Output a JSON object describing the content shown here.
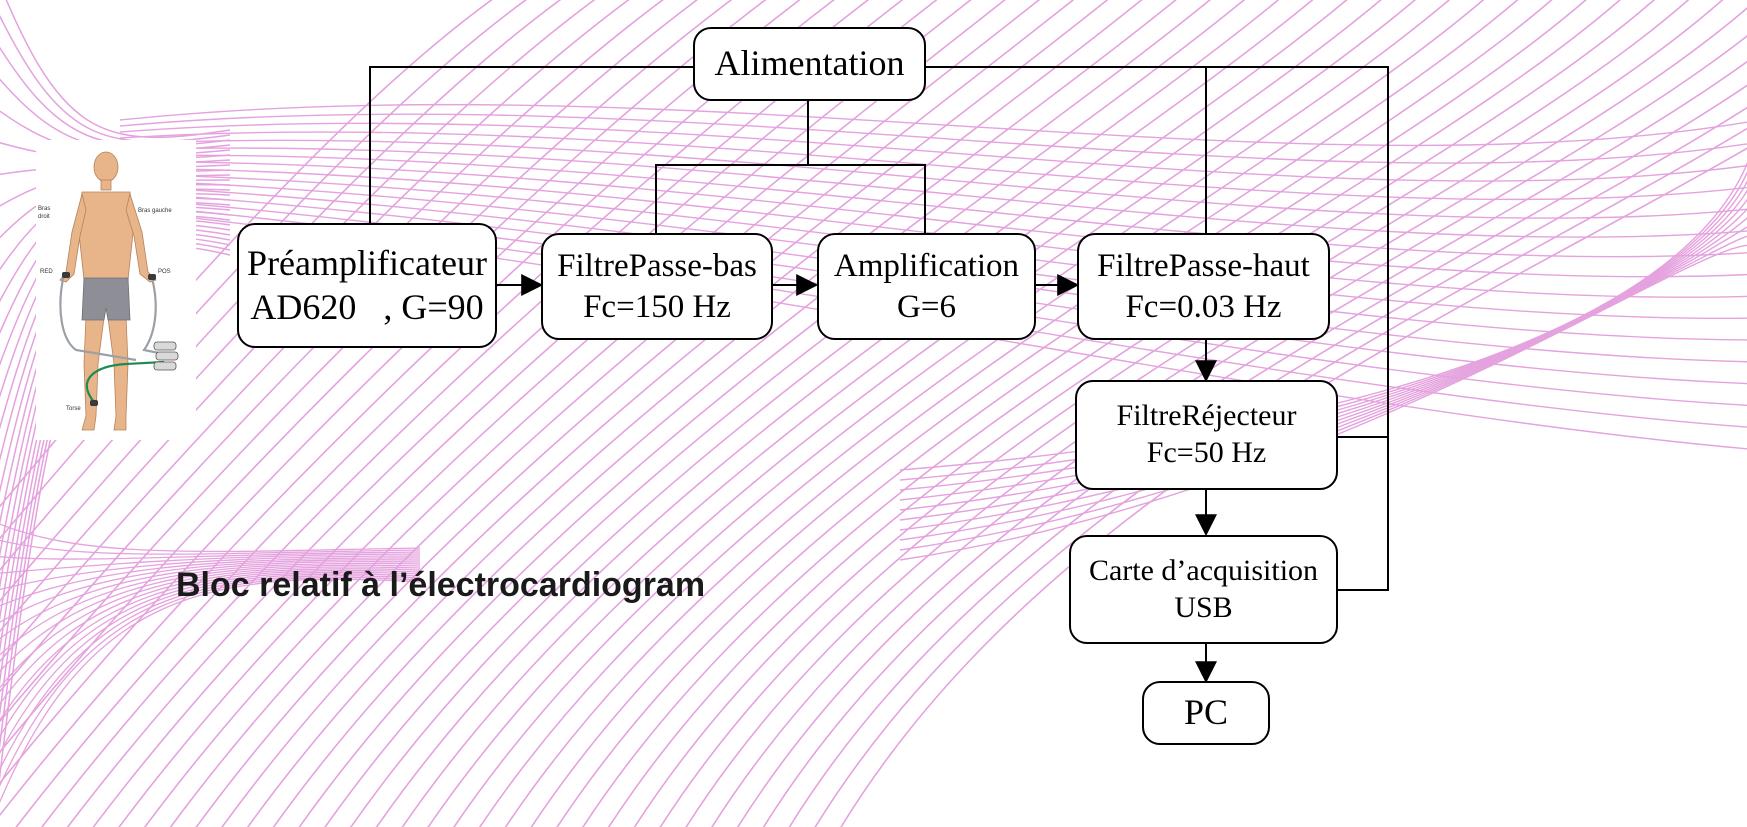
{
  "colors": {
    "swirl": "#e4a2de",
    "line": "#000000",
    "skin": "#e8b48a",
    "shorts": "#8e8e96",
    "lead_green": "#1f8a52"
  },
  "figure": {
    "label_right_arm": [
      "Bras",
      "droit"
    ],
    "label_left_arm": "Bras gauche",
    "label_red": "RED",
    "label_pos": "POS",
    "label_torso": "Torse"
  },
  "diagram": {
    "alimentation": "Alimentation",
    "preamp": {
      "line1": "Préamplificateur",
      "line2": "AD620   , G=90"
    },
    "filtre_bas": {
      "line1": "FiltrePasse-bas",
      "line2": "Fc=150 Hz"
    },
    "amplification": {
      "line1": "Amplification",
      "line2": "G=6"
    },
    "filtre_haut": {
      "line1": "FiltrePasse-haut",
      "line2": "Fc=0.03 Hz"
    },
    "filtre_rej": {
      "line1": "FiltreRéjecteur",
      "line2": "Fc=50 Hz"
    },
    "carte": {
      "line1": "Carte d’acquisition",
      "line2": "USB"
    },
    "pc": "PC"
  },
  "caption": "Bloc relatif à l’électrocardiogram"
}
